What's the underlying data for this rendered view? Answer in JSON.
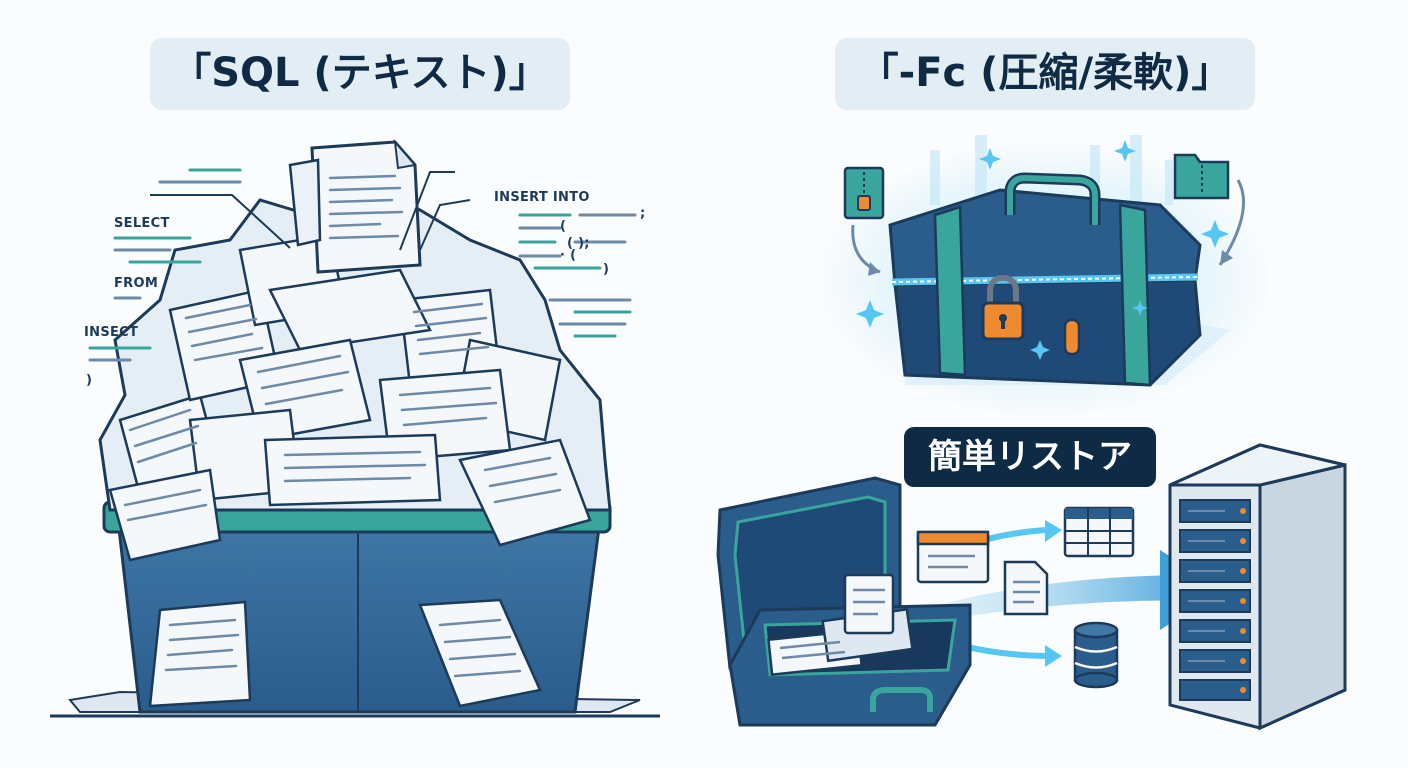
{
  "left_panel": {
    "title": "「SQL (テキスト)」",
    "code_labels": {
      "select": "SELECT",
      "from": "FROM",
      "insect": "INSECT",
      "insert_into": "INSERT INTO",
      "paren_close_left": ")",
      "semicolon_1": ";",
      "paren_open_1": "(",
      "paren_semicolon": "(  );",
      "paren_open_2": "· (",
      "paren_close_right": ")"
    }
  },
  "right_panel": {
    "title": "「-Fc (圧縮/柔軟)」",
    "restore_label": "簡単リストア"
  },
  "colors": {
    "navy": "#1f4a78",
    "teal": "#3aa59d",
    "paper": "#f4f8fb",
    "server": "#dfe7ef",
    "orange": "#f08a2e",
    "glow": "#56c6f2"
  },
  "icons": [
    "zip-file-icon",
    "folder-zip-icon",
    "padlock-icon",
    "sparkle-icon",
    "table-icon",
    "document-icon",
    "database-icon",
    "server-rack-icon",
    "window-icon"
  ]
}
